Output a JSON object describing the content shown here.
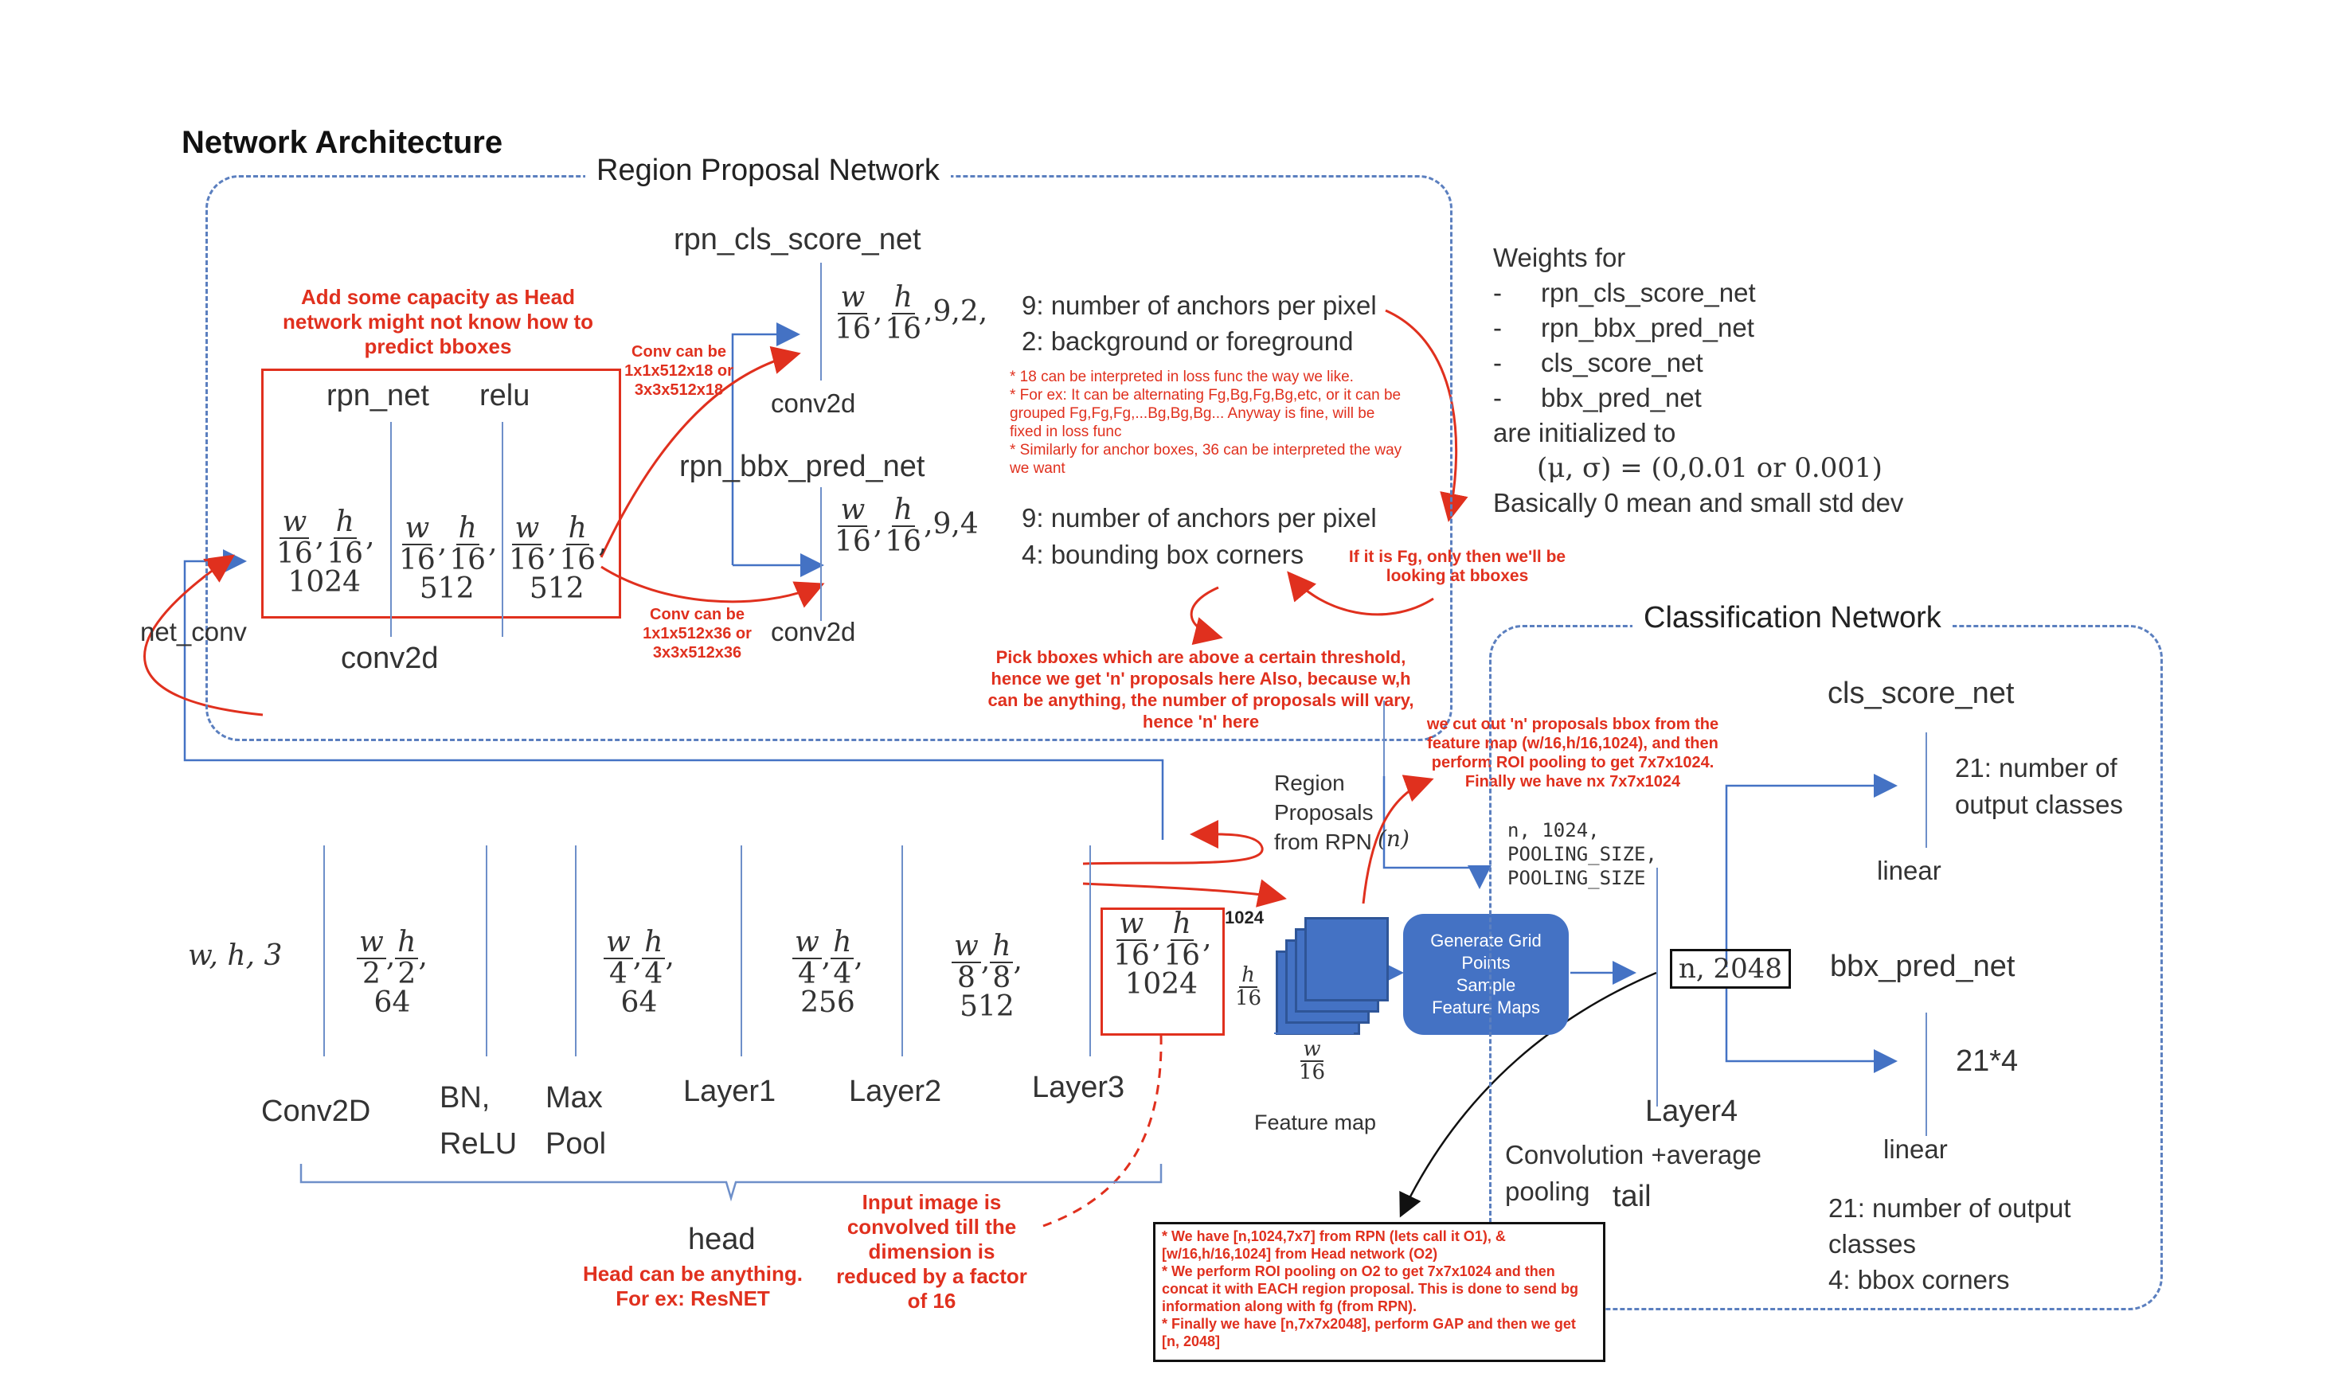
{
  "title": "Network Architecture",
  "rpn": {
    "section_label": "Region Proposal Network",
    "capacity_note": "Add some capacity as Head network might not know how to predict bboxes",
    "rpn_net_label": "rpn_net",
    "relu_label": "relu",
    "conv2d_label": "conv2d",
    "net_conv_label": "net_conv",
    "col1_den": "1024",
    "col2_den": "512",
    "col3_den": "512",
    "conv_note_cls": "Conv can be 1x1x512x18 or 3x3x512x18",
    "conv_note_bbx": "Conv can be 1x1x512x36 or 3x3x512x36",
    "cls_score_net": "rpn_cls_score_net",
    "cls_suffix": ",9,2,",
    "cls_conv2d": "conv2d",
    "bbx_pred_net": "rpn_bbx_pred_net",
    "bbx_suffix": ",9,4",
    "bbx_conv2d": "conv2d",
    "anchors_line": "9: number of anchors per pixel",
    "bg_fg_line": "2: background or foreground",
    "notes_18": [
      "* 18 can be interpreted in loss func the way we like.",
      "* For ex: It can be alternating Fg,Bg,Fg,Bg,etc, or it can be grouped Fg,Fg,Fg,...Bg,Bg,Bg... Anyway is fine, will be fixed in loss func",
      "* Similarly for anchor boxes, 36 can be interpreted the way we want"
    ],
    "anchors_line2": "9: number of anchors per pixel",
    "bbox_corners_line": "4: bounding box corners",
    "fg_note": "If it is Fg, only then we'll be looking at bboxes",
    "pick_note": "Pick bboxes which are above a certain threshold, hence we get 'n' proposals here Also, because w,h can be anything, the number of proposals will vary, hence 'n' here"
  },
  "weights": {
    "heading": "Weights for",
    "items": [
      "rpn_cls_score_net",
      "rpn_bbx_pred_net",
      "cls_score_net",
      "bbx_pred_net"
    ],
    "init_line": "are initialized to",
    "formula": "(μ, σ) = (0,0.01 or 0.001)",
    "summary": "Basically 0 mean and small std dev"
  },
  "head": {
    "input": "w, h, 3",
    "stage1_den": "64",
    "stage2_den": "64",
    "stage3_den": "256",
    "stage4_den": "512",
    "stage5_den": "1024",
    "labels": [
      "Conv2D",
      "BN,\nReLU",
      "Max\nPool",
      "Layer1",
      "Layer2",
      "Layer3"
    ],
    "head_label": "head",
    "head_note": "Head can be anything. For ex: ResNET",
    "input_note": "Input image is convolved till the dimension is reduced by a factor of 16"
  },
  "feature_map": {
    "depth": "1024",
    "width_den": "16",
    "height_den": "16",
    "label": "Feature map"
  },
  "proposals": {
    "label": "Region Proposals from RPN",
    "n": "(n)",
    "cut_note": "we cut out 'n' proposals bbox from the feature map (w/16,h/16,1024), and then perform ROI pooling to get 7x7x1024. Finally we have nx 7x7x1024",
    "pool_dims": "n, 1024,\nPOOLING_SIZE,\nPOOLING_SIZE"
  },
  "generate": {
    "text": "Generate Grid\nPoints\nSample\nFeature Maps"
  },
  "classification": {
    "section_label": "Classification Network",
    "cls_score_net": "cls_score_net",
    "cls_output": "21: number of\noutput classes",
    "linear1": "linear",
    "bbx_pred_net": "bbx_pred_net",
    "bbx_output": "21*4",
    "linear2": "linear",
    "nbox": "n, 2048",
    "layer4": "Layer4",
    "layer4_desc": "Convolution +average\npooling",
    "tail": "tail",
    "summary": "21: number of output\nclasses\n4: bbox corners"
  },
  "tail_note": [
    "* We have [n,1024,7x7] from RPN (lets call it O1),  & [w/16,h/16,1024] from Head network (O2)",
    "* We perform ROI pooling on O2 to get 7x7x1024 and then concat it with EACH region proposal. This is done to send bg information along with fg (from RPN).",
    "* Finally we have [n,7x7x2048], perform GAP and then we get [n, 2048]"
  ],
  "colors": {
    "accent_red": "#e0301e",
    "blue": "#4472c4",
    "line_blue": "#6e8fc9"
  }
}
